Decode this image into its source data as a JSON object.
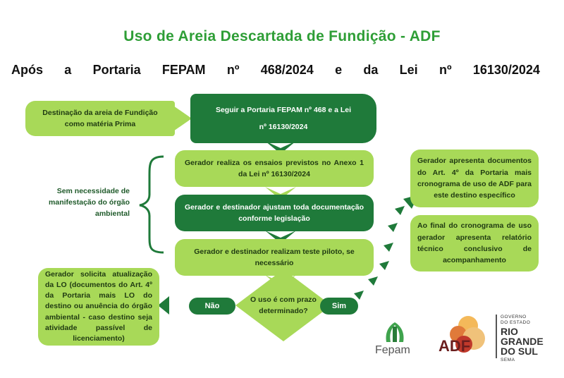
{
  "title": "Uso de Areia Descartada de Fundição - ADF",
  "subtitle_words": [
    "Após",
    "a",
    "Portaria",
    "FEPAM",
    "nº",
    "468/2024",
    "e",
    "da",
    "Lei",
    "nº",
    "16130/2024"
  ],
  "nodes": {
    "start": "Destinação da areia de Fundição como matéria Prima",
    "step1_line1": "Seguir a Portaria FEPAM nº 468 e a Lei",
    "step1_line2": "nº 16130/2024",
    "step2": "Gerador realiza os ensaios previstos no Anexo 1 da Lei nº 16130/2024",
    "step3": "Gerador e destinador ajustam toda documentação conforme legislação",
    "step4": "Gerador e destinador realizam teste piloto, se necessário",
    "decision": "O uso é com prazo determinado?",
    "no_label": "Não",
    "yes_label": "Sim",
    "no_outcome": "Gerador solicita atualização da LO (documentos do Art. 4º da Portaria mais LO do destino ou anuência do órgão ambiental - caso destino seja atividade passível de licenciamento)",
    "yes_outcome1": "Gerador apresenta documentos do Art. 4º da Portaria mais cronograma de uso de ADF para este destino específico",
    "yes_outcome2": "Ao final do cronograma de uso gerador apresenta relatório técnico conclusivo de acompanhamento",
    "bracket_note": "Sem necessidade de manifestação do órgão ambiental"
  },
  "logos": {
    "fepam": "Fepam",
    "adf": "ADF",
    "gov_line1": "GOVERNO",
    "gov_line2": "DO ESTADO",
    "gov_line3": "RIO",
    "gov_line4": "GRANDE",
    "gov_line5": "DO SUL",
    "gov_line6": "SEMA"
  },
  "colors": {
    "light_green": "#a8d958",
    "dark_green": "#1f7a3a",
    "title_green": "#2e9e36"
  }
}
